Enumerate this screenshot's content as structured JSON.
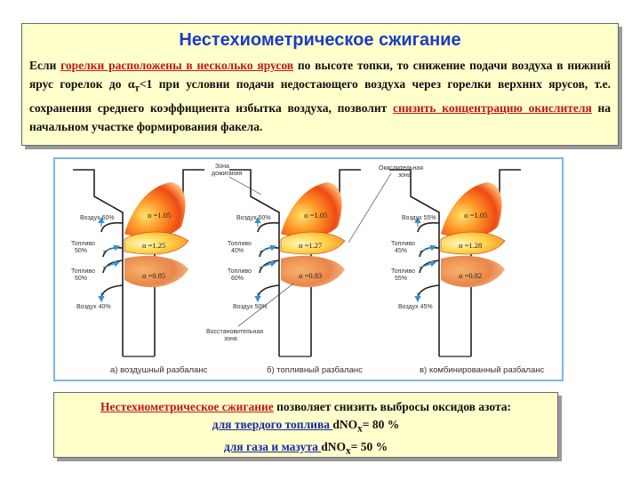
{
  "title": "Нестехиометрическое сжигание",
  "intro": {
    "p1": "Если ",
    "link1": "горелки расположены в несколько ярусов",
    "p2": " по высоте топки, то снижение подачи воздуха в нижний ярус горелок до ",
    "alpha_sym": "α",
    "alpha_sub": "т",
    "alpha_cond": "<1",
    "p3": " при условии подачи недостающего воздуха через горелки верхних ярусов, т.е. сохранения среднего коэффициента избытка воздуха, позволит ",
    "link2": "снизить концентрацию окислителя",
    "p4": " на начальном участке формирования факела."
  },
  "figure": {
    "callouts": {
      "afterburn_1": "Зона",
      "afterburn_2": "дожигания",
      "oxidizing_1": "Окислительная",
      "oxidizing_2": "зона",
      "reducing_1": "Восстановительная",
      "reducing_2": "зона"
    },
    "panels": [
      {
        "caption": "а) воздушный разбаланс",
        "air_top": "Воздух 60%",
        "fuel_top_1": "Топливо",
        "fuel_top_2": "50%",
        "fuel_bot_1": "Топливо",
        "fuel_bot_2": "50%",
        "air_bot": "Воздух 40%",
        "alpha_top": "α =1.05",
        "alpha_mid": "α =1.25",
        "alpha_bot": "α =0.85"
      },
      {
        "caption": "б) топливный разбаланс",
        "air_top": "Воздух 50%",
        "fuel_top_1": "Топливо",
        "fuel_top_2": "40%",
        "fuel_bot_1": "Топливо",
        "fuel_bot_2": "60%",
        "air_bot": "Воздух 50%",
        "alpha_top": "α =1.05",
        "alpha_mid": "α =1.27",
        "alpha_bot": "α =0.83"
      },
      {
        "caption": "в) комбинированный разбаланс",
        "air_top": "Воздух 55%",
        "fuel_top_1": "Топливо",
        "fuel_top_2": "45%",
        "fuel_bot_1": "Топливо",
        "fuel_bot_2": "55%",
        "air_bot": "Воздух 45%",
        "alpha_top": "α =1.05",
        "alpha_mid": "α =1.28",
        "alpha_bot": "α =0.82"
      }
    ]
  },
  "summary": {
    "line1_link": "Нестехиометрическое сжигание",
    "line1_rest": " позволяет снизить выбросы оксидов азота:",
    "line2_text": "для твердого топлива ",
    "line2_val": "dNO",
    "line2_sub": "x",
    "line2_end": "=  80 %",
    "line3_text": "для газа и мазута ",
    "line3_val": "dNO",
    "line3_sub": "x",
    "line3_end": "=  50 %"
  }
}
